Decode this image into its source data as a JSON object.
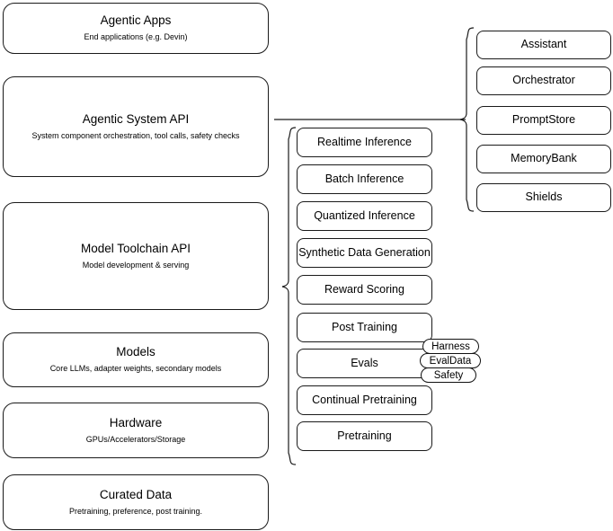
{
  "diagram": {
    "background_color": "#ffffff",
    "stroke_color": "#1a1a1a",
    "text_color": "#000000"
  },
  "stack": {
    "name": "layer-stack",
    "items": [
      {
        "id": "agentic-apps",
        "title": "Agentic Apps",
        "subtitle": "End applications (e.g. Devin)"
      },
      {
        "id": "agentic-system-api",
        "title": "Agentic System API",
        "subtitle": "System component orchestration, tool calls, safety checks"
      },
      {
        "id": "model-toolchain-api",
        "title": "Model Toolchain API",
        "subtitle": "Model development & serving"
      },
      {
        "id": "models",
        "title": "Models",
        "subtitle": "Core LLMs, adapter weights, secondary models"
      },
      {
        "id": "hardware",
        "title": "Hardware",
        "subtitle": "GPUs/Accelerators/Storage"
      },
      {
        "id": "curated-data",
        "title": "Curated Data",
        "subtitle": "Pretraining, preference, post training."
      }
    ]
  },
  "toolchain_capabilities": {
    "name": "model-toolchain-capabilities",
    "items": [
      {
        "id": "realtime-inference",
        "label": "Realtime Inference"
      },
      {
        "id": "batch-inference",
        "label": "Batch Inference"
      },
      {
        "id": "quantized-inference",
        "label": "Quantized Inference"
      },
      {
        "id": "synthetic-data-generation",
        "label": "Synthetic Data Generation"
      },
      {
        "id": "reward-scoring",
        "label": "Reward Scoring"
      },
      {
        "id": "post-training",
        "label": "Post Training"
      },
      {
        "id": "evals",
        "label": "Evals"
      },
      {
        "id": "continual-pretraining",
        "label": "Continual Pretraining"
      },
      {
        "id": "pretraining",
        "label": "Pretraining"
      }
    ]
  },
  "evals_tags": {
    "name": "evals-sub-tags",
    "items": [
      {
        "id": "harness",
        "label": "Harness"
      },
      {
        "id": "evaldata",
        "label": "EvalData"
      },
      {
        "id": "safety",
        "label": "Safety"
      }
    ]
  },
  "system_components": {
    "name": "agentic-system-components",
    "items": [
      {
        "id": "assistant",
        "label": "Assistant"
      },
      {
        "id": "orchestrator",
        "label": "Orchestrator"
      },
      {
        "id": "promptstore",
        "label": "PromptStore"
      },
      {
        "id": "memorybank",
        "label": "MemoryBank"
      },
      {
        "id": "shields",
        "label": "Shields"
      }
    ]
  }
}
